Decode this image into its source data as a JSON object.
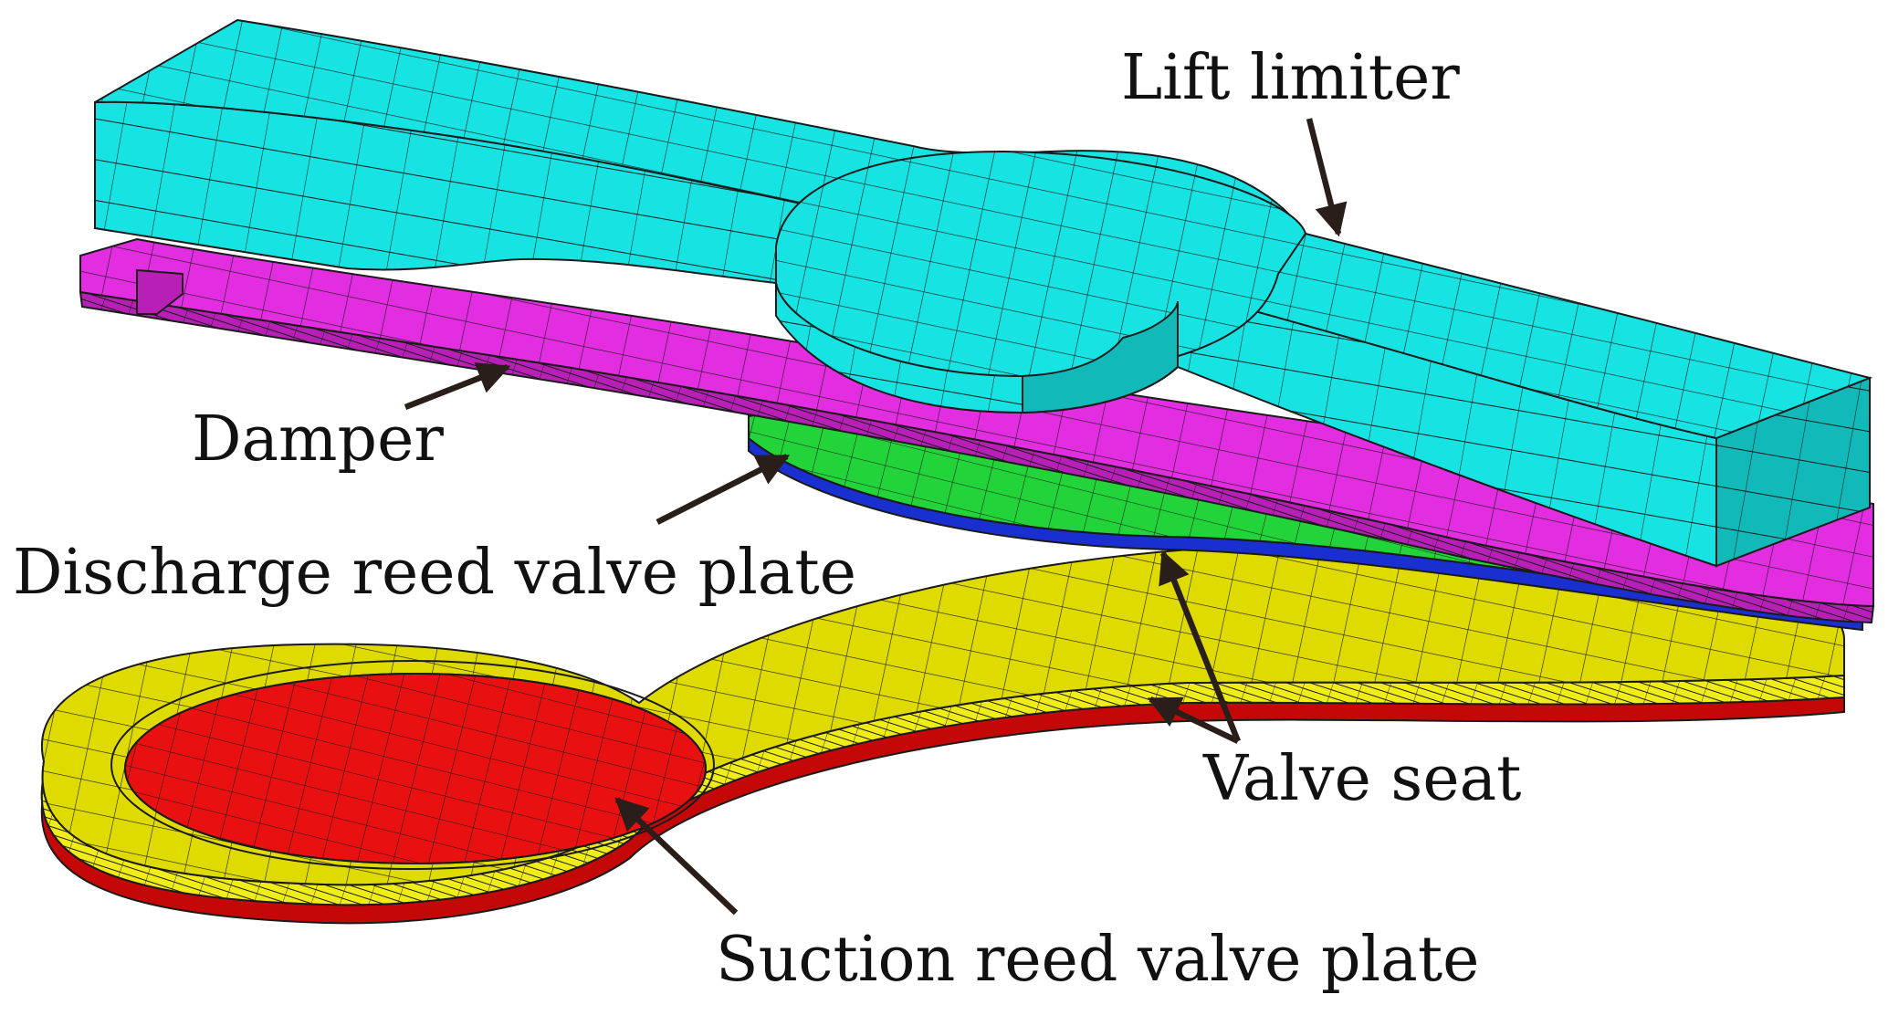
{
  "figure": {
    "labels": {
      "lift_limiter": "Lift limiter",
      "damper": "Damper",
      "discharge_reed_valve_plate": "Discharge reed valve plate",
      "valve_seat": "Valve seat",
      "suction_reed_valve_plate": "Suction reed valve plate"
    },
    "colors": {
      "lift_limiter": "#17e3e3",
      "lift_limiter_side": "#12b9b9",
      "damper": "#e22ee0",
      "damper_side": "#b81fb6",
      "discharge_plate": "#22d43a",
      "discharge_plate_base": "#1a2fd0",
      "valve_seat": "#dfdb00",
      "valve_seat_side": "#f0ec18",
      "suction_plate": "#e81010",
      "suction_plate_side": "#c40808",
      "mesh_line": "#1a1a1a",
      "arrow": "#2a1e1a"
    }
  }
}
